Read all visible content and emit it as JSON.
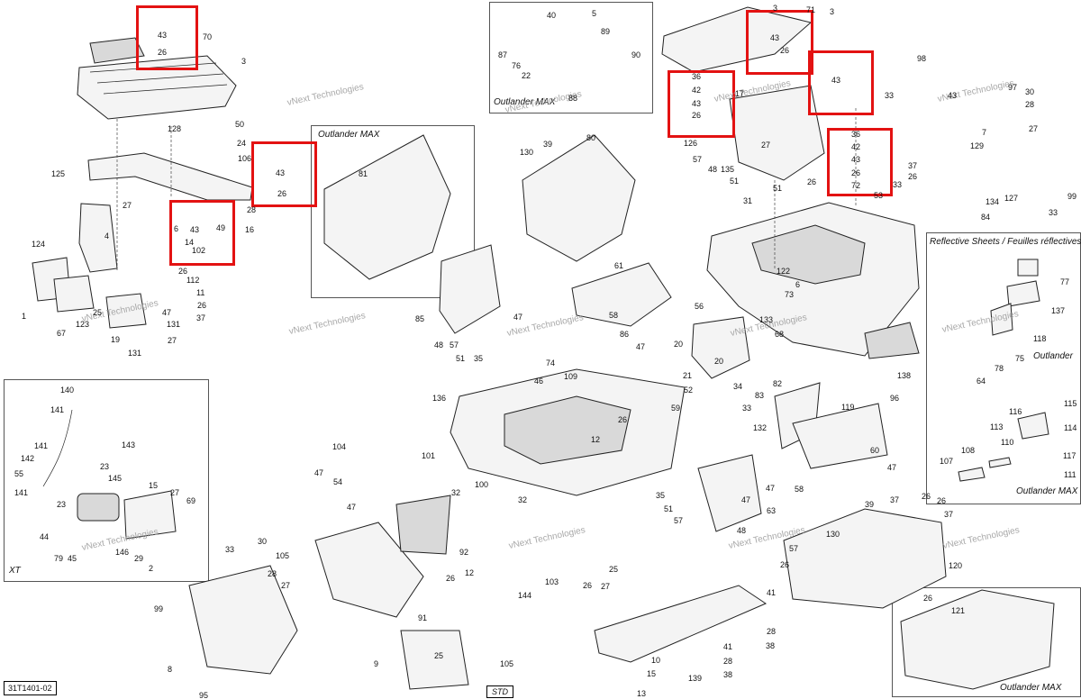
{
  "diagram_id": "31T1401-02",
  "panel_titles": {
    "outlander_max_top": "Outlander MAX",
    "outlander_max_box": "Outlander MAX",
    "reflective": "Reflective Sheets / Feuilles réflectives",
    "reflective_outlander": "Outlander",
    "reflective_outlander_max": "Outlander MAX",
    "xt": "XT",
    "std": "STD"
  },
  "watermark": {
    "line1": "vNext",
    "line2": "Technologies"
  },
  "callouts": [
    {
      "id": "c1",
      "text": "43"
    },
    {
      "id": "c2",
      "text": "26"
    },
    {
      "id": "c3",
      "text": "70"
    },
    {
      "id": "c4",
      "text": "3"
    },
    {
      "id": "c5",
      "text": "128"
    },
    {
      "id": "c6",
      "text": "50"
    },
    {
      "id": "c7",
      "text": "24"
    },
    {
      "id": "c8",
      "text": "106"
    },
    {
      "id": "c9",
      "text": "125"
    },
    {
      "id": "c10",
      "text": "43"
    },
    {
      "id": "c11",
      "text": "26"
    },
    {
      "id": "c12",
      "text": "28"
    },
    {
      "id": "c13",
      "text": "27"
    },
    {
      "id": "c14",
      "text": "6"
    },
    {
      "id": "c15",
      "text": "43"
    },
    {
      "id": "c16",
      "text": "49"
    },
    {
      "id": "c17",
      "text": "16"
    },
    {
      "id": "c18",
      "text": "14"
    },
    {
      "id": "c19",
      "text": "102"
    },
    {
      "id": "c20",
      "text": "124"
    },
    {
      "id": "c21",
      "text": "4"
    },
    {
      "id": "c22",
      "text": "26"
    },
    {
      "id": "c23",
      "text": "112"
    },
    {
      "id": "c24",
      "text": "11"
    },
    {
      "id": "c25",
      "text": "26"
    },
    {
      "id": "c26",
      "text": "37"
    },
    {
      "id": "c27",
      "text": "1"
    },
    {
      "id": "c28",
      "text": "123"
    },
    {
      "id": "c29",
      "text": "25"
    },
    {
      "id": "c30",
      "text": "47"
    },
    {
      "id": "c31",
      "text": "131"
    },
    {
      "id": "c32",
      "text": "67"
    },
    {
      "id": "c33",
      "text": "19"
    },
    {
      "id": "c34",
      "text": "27"
    },
    {
      "id": "c35",
      "text": "131"
    },
    {
      "id": "c36",
      "text": "81"
    },
    {
      "id": "c37",
      "text": "40"
    },
    {
      "id": "c38",
      "text": "5"
    },
    {
      "id": "c39",
      "text": "89"
    },
    {
      "id": "c40",
      "text": "87"
    },
    {
      "id": "c41",
      "text": "76"
    },
    {
      "id": "c42",
      "text": "22"
    },
    {
      "id": "c43",
      "text": "90"
    },
    {
      "id": "c44",
      "text": "88"
    },
    {
      "id": "c45",
      "text": "39"
    },
    {
      "id": "c46",
      "text": "80"
    },
    {
      "id": "c47",
      "text": "130"
    },
    {
      "id": "c48",
      "text": "85"
    },
    {
      "id": "c49",
      "text": "47"
    },
    {
      "id": "c50",
      "text": "48"
    },
    {
      "id": "c51",
      "text": "57"
    },
    {
      "id": "c52",
      "text": "51"
    },
    {
      "id": "c53",
      "text": "35"
    },
    {
      "id": "c54",
      "text": "61"
    },
    {
      "id": "c55",
      "text": "58"
    },
    {
      "id": "c56",
      "text": "56"
    },
    {
      "id": "c57",
      "text": "86"
    },
    {
      "id": "c58",
      "text": "133"
    },
    {
      "id": "c59",
      "text": "20"
    },
    {
      "id": "c60",
      "text": "20"
    },
    {
      "id": "c61",
      "text": "47"
    },
    {
      "id": "c62",
      "text": "21"
    },
    {
      "id": "c63",
      "text": "52"
    },
    {
      "id": "c64",
      "text": "34"
    },
    {
      "id": "c65",
      "text": "74"
    },
    {
      "id": "c66",
      "text": "46"
    },
    {
      "id": "c67",
      "text": "109"
    },
    {
      "id": "c68",
      "text": "136"
    },
    {
      "id": "c69",
      "text": "26"
    },
    {
      "id": "c70",
      "text": "59"
    },
    {
      "id": "c71",
      "text": "12"
    },
    {
      "id": "c72",
      "text": "3"
    },
    {
      "id": "c73",
      "text": "71"
    },
    {
      "id": "c74",
      "text": "43"
    },
    {
      "id": "c75",
      "text": "26"
    },
    {
      "id": "c76",
      "text": "3"
    },
    {
      "id": "c77",
      "text": "43"
    },
    {
      "id": "c78",
      "text": "36"
    },
    {
      "id": "c79",
      "text": "42"
    },
    {
      "id": "c80",
      "text": "43"
    },
    {
      "id": "c81",
      "text": "26"
    },
    {
      "id": "c82",
      "text": "17"
    },
    {
      "id": "c83",
      "text": "27"
    },
    {
      "id": "c84",
      "text": "126"
    },
    {
      "id": "c85",
      "text": "57"
    },
    {
      "id": "c86",
      "text": "48"
    },
    {
      "id": "c87",
      "text": "135"
    },
    {
      "id": "c88",
      "text": "51"
    },
    {
      "id": "c89",
      "text": "31"
    },
    {
      "id": "c90",
      "text": "51"
    },
    {
      "id": "c91",
      "text": "26"
    },
    {
      "id": "c92",
      "text": "36"
    },
    {
      "id": "c93",
      "text": "42"
    },
    {
      "id": "c94",
      "text": "43"
    },
    {
      "id": "c95",
      "text": "26"
    },
    {
      "id": "c96",
      "text": "72"
    },
    {
      "id": "c97",
      "text": "33"
    },
    {
      "id": "c98",
      "text": "53"
    },
    {
      "id": "c99",
      "text": "122"
    },
    {
      "id": "c100",
      "text": "6"
    },
    {
      "id": "c101",
      "text": "73"
    },
    {
      "id": "c102",
      "text": "68"
    },
    {
      "id": "c103",
      "text": "98"
    },
    {
      "id": "c104",
      "text": "33"
    },
    {
      "id": "c105",
      "text": "43"
    },
    {
      "id": "c106",
      "text": "97"
    },
    {
      "id": "c107",
      "text": "30"
    },
    {
      "id": "c108",
      "text": "28"
    },
    {
      "id": "c109",
      "text": "27"
    },
    {
      "id": "c110",
      "text": "7"
    },
    {
      "id": "c111",
      "text": "129"
    },
    {
      "id": "c112",
      "text": "37"
    },
    {
      "id": "c113",
      "text": "26"
    },
    {
      "id": "c114",
      "text": "134"
    },
    {
      "id": "c115",
      "text": "127"
    },
    {
      "id": "c116",
      "text": "84"
    },
    {
      "id": "c117",
      "text": "99"
    },
    {
      "id": "c118",
      "text": "33"
    },
    {
      "id": "c119",
      "text": "77"
    },
    {
      "id": "c120",
      "text": "137"
    },
    {
      "id": "c121",
      "text": "118"
    },
    {
      "id": "c122",
      "text": "75"
    },
    {
      "id": "c123",
      "text": "78"
    },
    {
      "id": "c124",
      "text": "64"
    },
    {
      "id": "c125",
      "text": "116"
    },
    {
      "id": "c126",
      "text": "115"
    },
    {
      "id": "c127",
      "text": "113"
    },
    {
      "id": "c128",
      "text": "114"
    },
    {
      "id": "c129",
      "text": "117"
    },
    {
      "id": "c130",
      "text": "110"
    },
    {
      "id": "c131",
      "text": "108"
    },
    {
      "id": "c132",
      "text": "107"
    },
    {
      "id": "c133",
      "text": "111"
    },
    {
      "id": "c134",
      "text": "82"
    },
    {
      "id": "c135",
      "text": "96"
    },
    {
      "id": "c136",
      "text": "83"
    },
    {
      "id": "c137",
      "text": "33"
    },
    {
      "id": "c138",
      "text": "119"
    },
    {
      "id": "c139",
      "text": "132"
    },
    {
      "id": "c140",
      "text": "60"
    },
    {
      "id": "c141",
      "text": "47"
    },
    {
      "id": "c142",
      "text": "58"
    },
    {
      "id": "c143",
      "text": "138"
    },
    {
      "id": "c144",
      "text": "140"
    },
    {
      "id": "c145",
      "text": "141"
    },
    {
      "id": "c146",
      "text": "143"
    },
    {
      "id": "c147",
      "text": "141"
    },
    {
      "id": "c148",
      "text": "142"
    },
    {
      "id": "c149",
      "text": "55"
    },
    {
      "id": "c150",
      "text": "141"
    },
    {
      "id": "c151",
      "text": "23"
    },
    {
      "id": "c152",
      "text": "145"
    },
    {
      "id": "c153",
      "text": "23"
    },
    {
      "id": "c154",
      "text": "15"
    },
    {
      "id": "c155",
      "text": "27"
    },
    {
      "id": "c156",
      "text": "69"
    },
    {
      "id": "c157",
      "text": "44"
    },
    {
      "id": "c158",
      "text": "79"
    },
    {
      "id": "c159",
      "text": "45"
    },
    {
      "id": "c160",
      "text": "146"
    },
    {
      "id": "c161",
      "text": "29"
    },
    {
      "id": "c162",
      "text": "2"
    },
    {
      "id": "c163",
      "text": "104"
    },
    {
      "id": "c164",
      "text": "101"
    },
    {
      "id": "c165",
      "text": "47"
    },
    {
      "id": "c166",
      "text": "54"
    },
    {
      "id": "c167",
      "text": "47"
    },
    {
      "id": "c168",
      "text": "32"
    },
    {
      "id": "c169",
      "text": "100"
    },
    {
      "id": "c170",
      "text": "32"
    },
    {
      "id": "c171",
      "text": "92"
    },
    {
      "id": "c172",
      "text": "26"
    },
    {
      "id": "c173",
      "text": "12"
    },
    {
      "id": "c174",
      "text": "103"
    },
    {
      "id": "c175",
      "text": "144"
    },
    {
      "id": "c176",
      "text": "33"
    },
    {
      "id": "c177",
      "text": "30"
    },
    {
      "id": "c178",
      "text": "105"
    },
    {
      "id": "c179",
      "text": "28"
    },
    {
      "id": "c180",
      "text": "27"
    },
    {
      "id": "c181",
      "text": "99"
    },
    {
      "id": "c182",
      "text": "91"
    },
    {
      "id": "c183",
      "text": "25"
    },
    {
      "id": "c184",
      "text": "105"
    },
    {
      "id": "c185",
      "text": "9"
    },
    {
      "id": "c186",
      "text": "8"
    },
    {
      "id": "c187",
      "text": "95"
    },
    {
      "id": "c188",
      "text": "25"
    },
    {
      "id": "c189",
      "text": "26"
    },
    {
      "id": "c190",
      "text": "27"
    },
    {
      "id": "c191",
      "text": "41"
    },
    {
      "id": "c192",
      "text": "28"
    },
    {
      "id": "c193",
      "text": "38"
    },
    {
      "id": "c194",
      "text": "10"
    },
    {
      "id": "c195",
      "text": "41"
    },
    {
      "id": "c196",
      "text": "28"
    },
    {
      "id": "c197",
      "text": "38"
    },
    {
      "id": "c198",
      "text": "15"
    },
    {
      "id": "c199",
      "text": "139"
    },
    {
      "id": "c200",
      "text": "13"
    },
    {
      "id": "c201",
      "text": "35"
    },
    {
      "id": "c202",
      "text": "51"
    },
    {
      "id": "c203",
      "text": "57"
    },
    {
      "id": "c204",
      "text": "47"
    },
    {
      "id": "c205",
      "text": "47"
    },
    {
      "id": "c206",
      "text": "48"
    },
    {
      "id": "c207",
      "text": "63"
    },
    {
      "id": "c208",
      "text": "39"
    },
    {
      "id": "c209",
      "text": "37"
    },
    {
      "id": "c210",
      "text": "26"
    },
    {
      "id": "c211",
      "text": "26"
    },
    {
      "id": "c212",
      "text": "130"
    },
    {
      "id": "c213",
      "text": "37"
    },
    {
      "id": "c214",
      "text": "57"
    },
    {
      "id": "c215",
      "text": "120"
    },
    {
      "id": "c216",
      "text": "26"
    },
    {
      "id": "c217",
      "text": "26"
    },
    {
      "id": "c218",
      "text": "121"
    }
  ]
}
